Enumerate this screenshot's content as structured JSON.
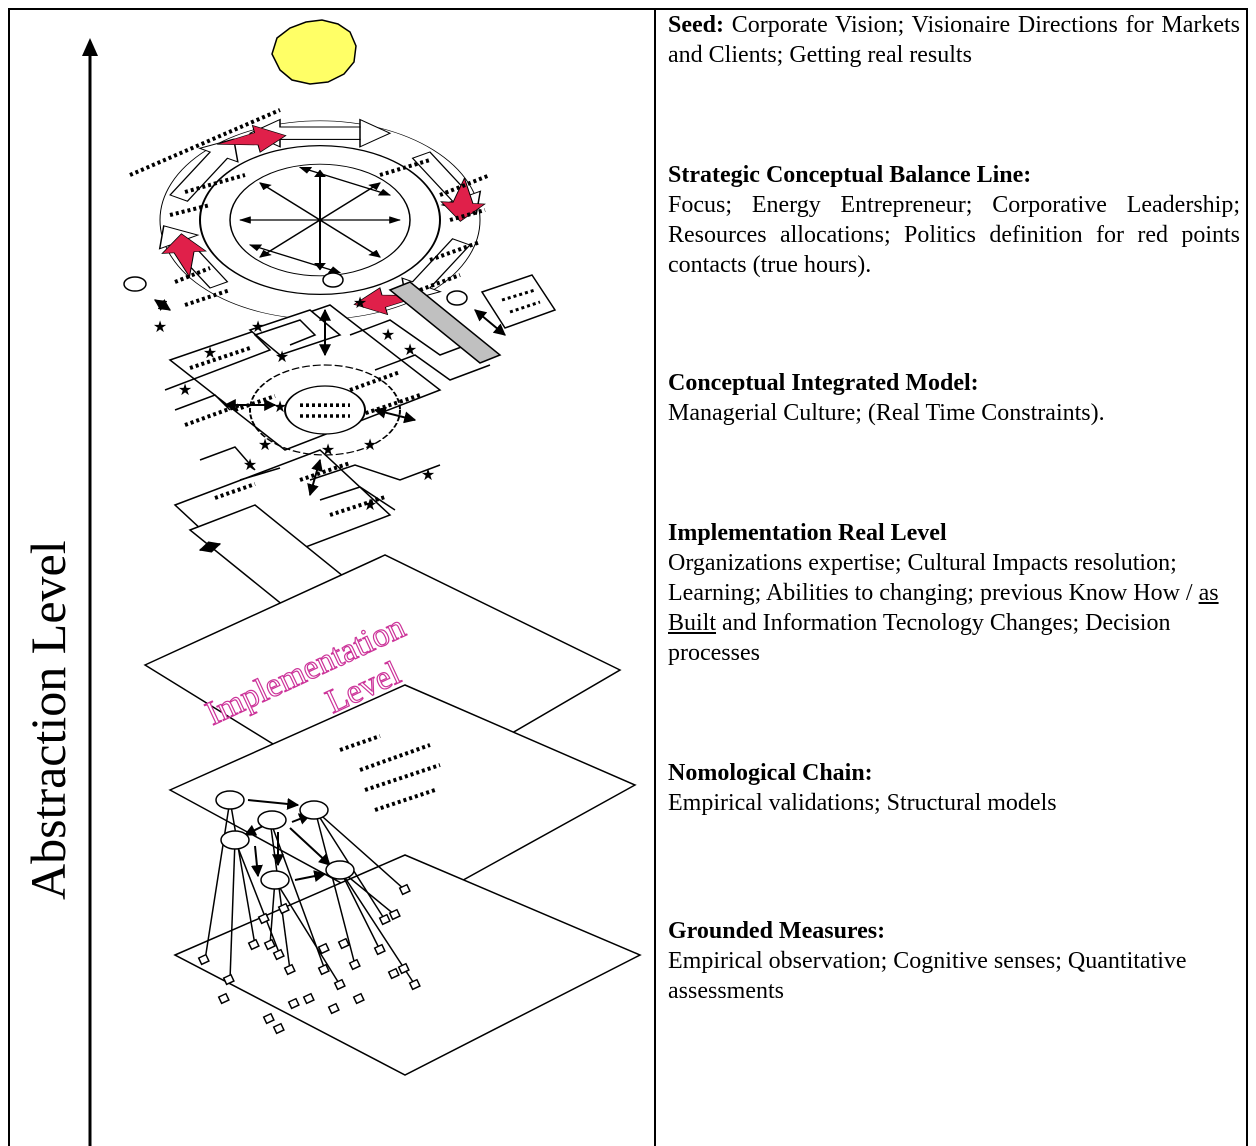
{
  "axis": {
    "label": "Abstraction Level"
  },
  "diagram": {
    "implementation_label_1": "Implementation",
    "implementation_label_2": "Level"
  },
  "levels": [
    {
      "title": "Seed:",
      "body": "Corporate Vision; Visionaire Directions for Markets and Clients; Getting real results"
    },
    {
      "title": "Strategic Conceptual Balance Line:",
      "body": "Focus; Energy Entrepreneur; Corporative Leadership; Resources allocations; Politics definition for red points contacts (true hours)."
    },
    {
      "title": "Conceptual Integrated Model:",
      "body": "Managerial Culture; (Real Time Constraints)."
    },
    {
      "title": "Implementation Real Level",
      "body_before": "Organizations expertise; Cultural Impacts resolution; Learning; Abilities to changing; previous Know How / ",
      "body_underlined": "as Built",
      "body_after": " and Information Tecnology Changes; Decision processes"
    },
    {
      "title": "Nomological Chain:",
      "body": "Empirical validations; Structural models"
    },
    {
      "title": "Grounded Measures:",
      "body": "Empirical observation; Cognitive senses; Quantitative assessments"
    }
  ],
  "colors": {
    "sun": "#ffff66",
    "red_arrow": "#e0204a",
    "implementation_text": "#cc3399",
    "gray_bar": "#c0c0c0"
  }
}
